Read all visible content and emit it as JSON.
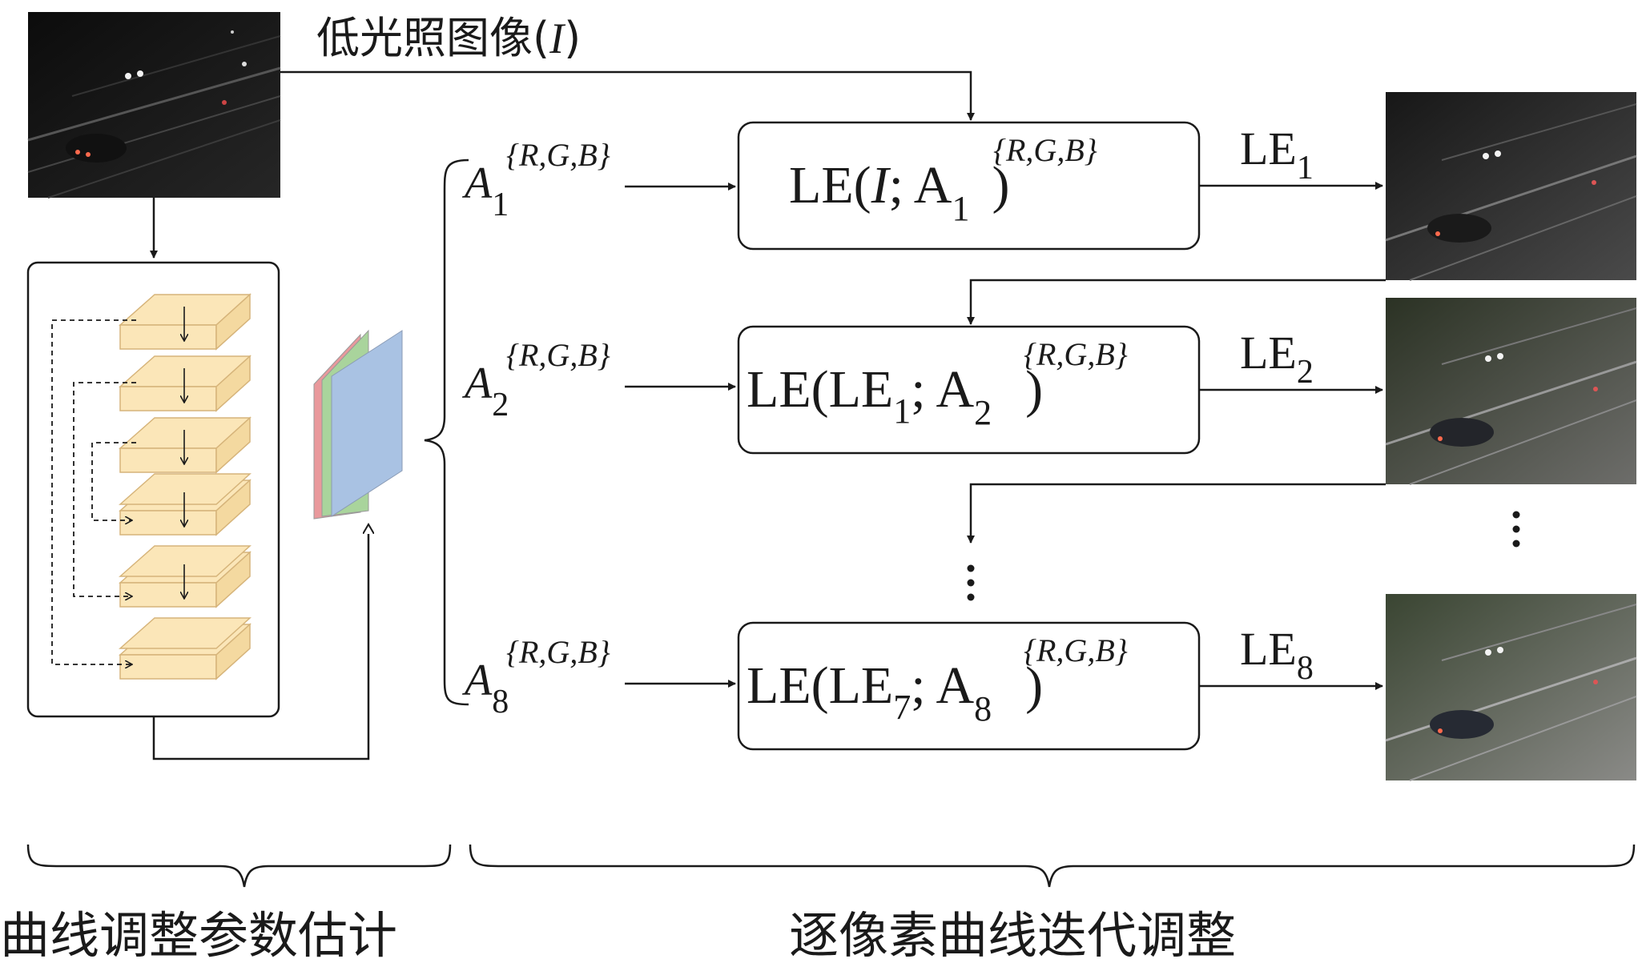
{
  "input": {
    "caption": "低光照图像(",
    "caption_var": "I",
    "caption_close": ")"
  },
  "params": [
    {
      "base": "A",
      "sub": "1",
      "sup": "{R,G,B}"
    },
    {
      "base": "A",
      "sub": "2",
      "sup": "{R,G,B}"
    },
    {
      "base": "A",
      "sub": "8",
      "sup": "{R,G,B}"
    }
  ],
  "stages": [
    {
      "fn": "LE(",
      "arg": "I",
      "arg_sub": "",
      "sep": "; A",
      "param_sub": "1",
      "param_sup": "{R,G,B}",
      "close": ")",
      "out_label": "LE",
      "out_sub": "1"
    },
    {
      "fn": "LE(",
      "arg": "LE",
      "arg_sub": "1",
      "sep": "; A",
      "param_sub": "2",
      "param_sup": "{R,G,B}",
      "close": ")",
      "out_label": "LE",
      "out_sub": "2"
    },
    {
      "fn": "LE(",
      "arg": "LE",
      "arg_sub": "7",
      "sep": "; A",
      "param_sub": "8",
      "param_sup": "{R,G,B}",
      "close": ")",
      "out_label": "LE",
      "out_sub": "8"
    }
  ],
  "sections": {
    "left": "曲线调整参数估计",
    "right": "逐像素曲线迭代调整"
  },
  "colors": {
    "layer_fill": "#fbe6b8",
    "layer_stroke": "#d6b47a",
    "map_red": "#e9999c",
    "map_green": "#a9d49c",
    "map_blue": "#a9c2e3",
    "line": "#1a1a1a"
  }
}
